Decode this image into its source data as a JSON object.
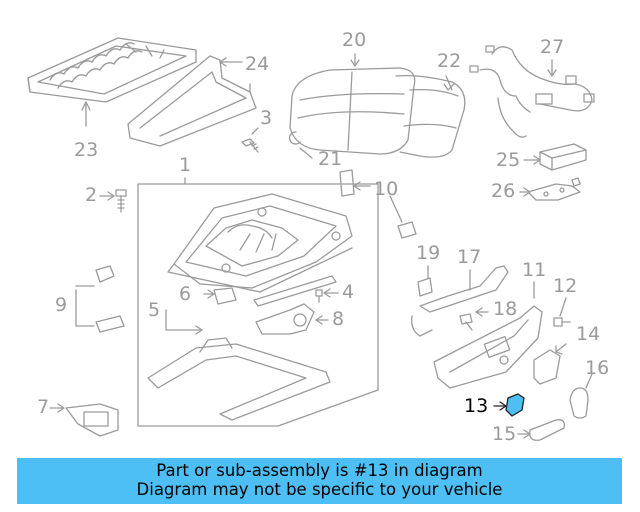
{
  "callouts": {
    "c1": "1",
    "c2": "2",
    "c3": "3",
    "c4": "4",
    "c5": "5",
    "c6": "6",
    "c7": "7",
    "c8": "8",
    "c9": "9",
    "c10": "10",
    "c11": "11",
    "c12": "12",
    "c13": "13",
    "c14": "14",
    "c15": "15",
    "c16": "16",
    "c17": "17",
    "c18": "18",
    "c19": "19",
    "c20": "20",
    "c21": "21",
    "c22": "22",
    "c23": "23",
    "c24": "24",
    "c25": "25",
    "c26": "26",
    "c27": "27"
  },
  "banner": {
    "line1": "Part or sub-assembly is #13 in diagram",
    "line2": "Diagram may not be specific to your vehicle"
  },
  "colors": {
    "line": "#9a9a9a",
    "highlight_part": "#4dbff5",
    "banner_bg": "#4dbff5"
  }
}
